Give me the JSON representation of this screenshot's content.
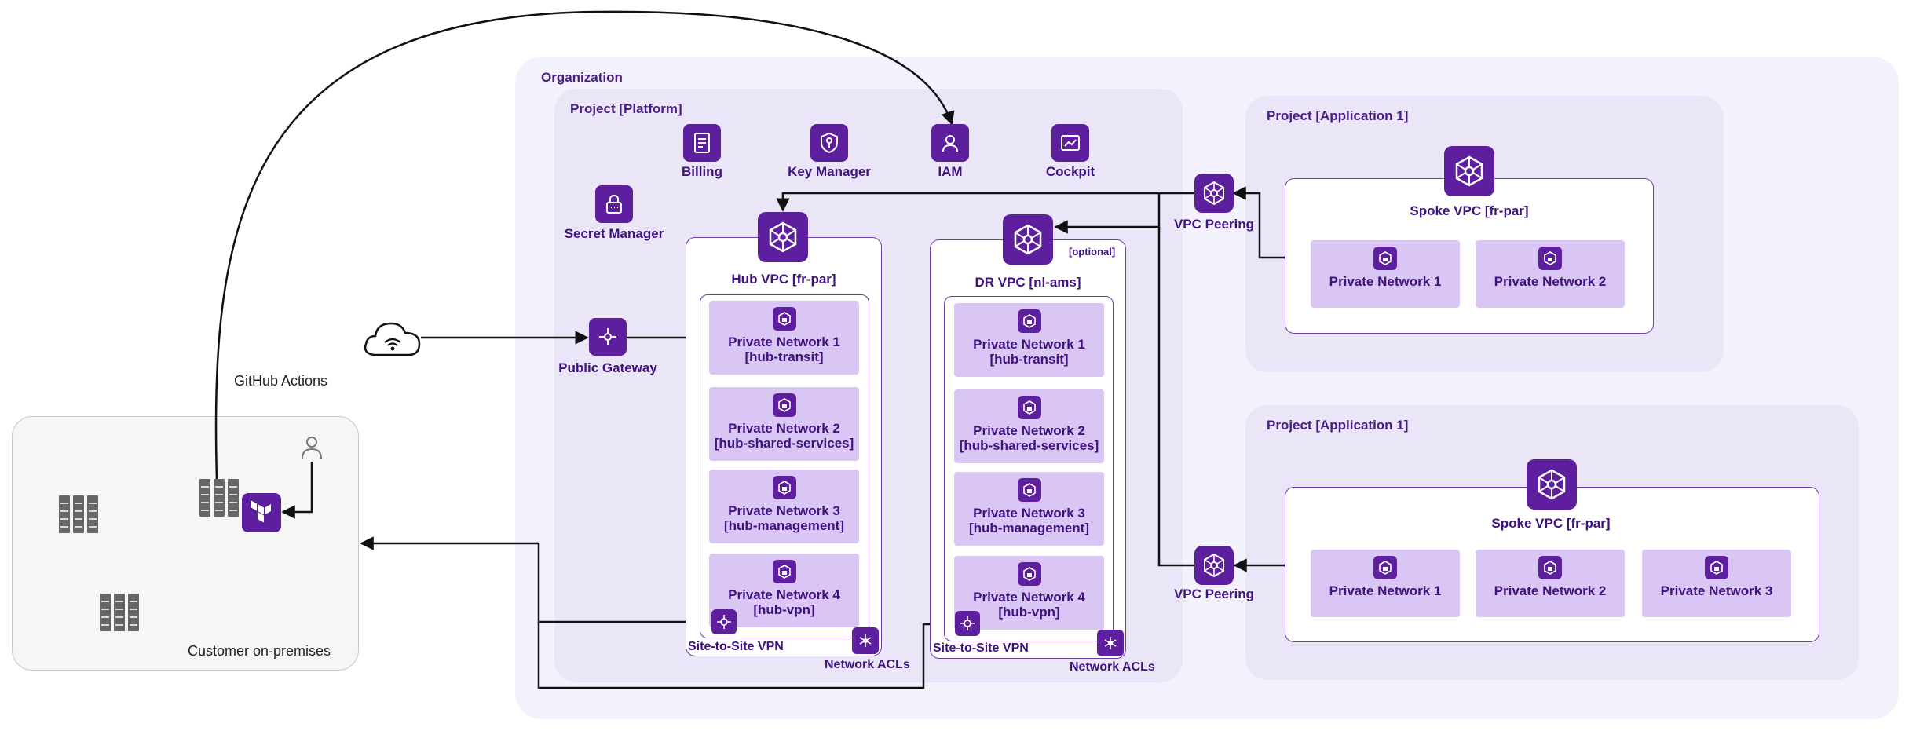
{
  "organization": {
    "title": "Organization"
  },
  "github_actions": "GitHub Actions",
  "customer": {
    "label": "Customer on-premises"
  },
  "platform": {
    "title": "Project [Platform]",
    "services": {
      "billing": "Billing",
      "key_manager": "Key Manager",
      "iam": "IAM",
      "cockpit": "Cockpit",
      "secret_manager": "Secret Manager"
    },
    "public_gateway": "Public Gateway",
    "hub_vpc": {
      "title": "Hub VPC [fr-par]",
      "networks": [
        {
          "name": "Private Network 1",
          "sub": "[hub-transit]"
        },
        {
          "name": "Private Network 2",
          "sub": "[hub-shared-services]"
        },
        {
          "name": "Private Network 3",
          "sub": "[hub-management]"
        },
        {
          "name": "Private Network 4",
          "sub": "[hub-vpn]"
        }
      ],
      "vpn": "Site-to-Site VPN",
      "acls": "Network ACLs"
    },
    "dr_vpc": {
      "title": "DR VPC [nl-ams]",
      "optional": "[optional]",
      "networks": [
        {
          "name": "Private Network 1",
          "sub": "[hub-transit]"
        },
        {
          "name": "Private Network 2",
          "sub": "[hub-shared-services]"
        },
        {
          "name": "Private Network 3",
          "sub": "[hub-management]"
        },
        {
          "name": "Private Network 4",
          "sub": "[hub-vpn]"
        }
      ],
      "vpn": "Site-to-Site VPN",
      "acls": "Network ACLs"
    }
  },
  "app1": {
    "title": "Project [Application 1]",
    "peering": "VPC Peering",
    "vpc_title": "Spoke VPC [fr-par]",
    "networks": [
      "Private Network 1",
      "Private Network 2"
    ]
  },
  "app2": {
    "title": "Project [Application 1]",
    "peering": "VPC Peering",
    "vpc_title": "Spoke VPC [fr-par]",
    "networks": [
      "Private Network 1",
      "Private Network 2",
      "Private Network 3"
    ]
  },
  "colors": {
    "purple": "#5e1f9e",
    "lavender": "#d9c6f4",
    "org_bg": "#f3f1fb",
    "project_bg": "#eae6f7",
    "text": "#3f1280"
  }
}
